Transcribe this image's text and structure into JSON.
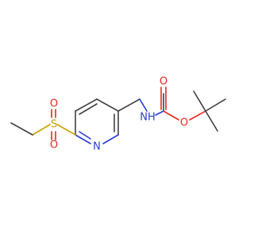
{
  "atoms": {
    "o_carbonyl": "O",
    "o_ester": "O",
    "nh_carbamate": "NH",
    "n_pyridine": "N",
    "s_sulfonyl": "S",
    "o_sulfonyl_top": "O",
    "o_sulfonyl_bottom": "O"
  },
  "colors": {
    "carbon_bond": "#404040",
    "oxygen": "#e8281e",
    "nitrogen": "#2b3cd8",
    "sulfur": "#c9a400",
    "background": "#ffffff"
  }
}
